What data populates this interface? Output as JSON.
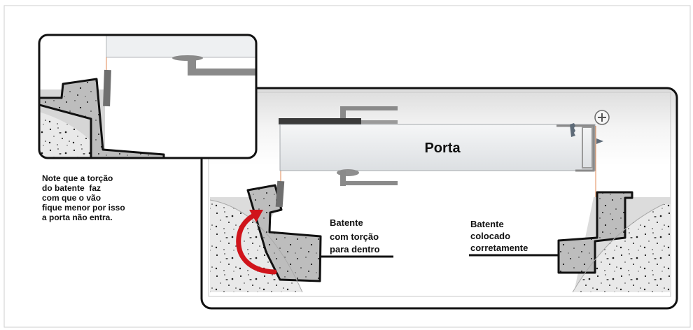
{
  "labels": {
    "door": "Porta",
    "left_jamb": [
      "Batente",
      "com torção",
      "para dentro"
    ],
    "right_jamb": [
      "Batente",
      "colocado",
      "corretamente"
    ]
  },
  "note": [
    "Note que a torção",
    "do batente  faz",
    "com que o vão",
    "fique menor por isso",
    "a porta não entra."
  ],
  "colors": {
    "frame_outline": "#111111",
    "door_fill": "#e6e8ea",
    "hinge_gray": "#8a8a8a",
    "concrete": "#e6e6e6",
    "jamb_fill": "#bdbdbd",
    "arrow": "#d0141b",
    "guide_line": "#e08a55"
  },
  "icons": [
    "screw-icon",
    "torsion-arrow-icon"
  ]
}
